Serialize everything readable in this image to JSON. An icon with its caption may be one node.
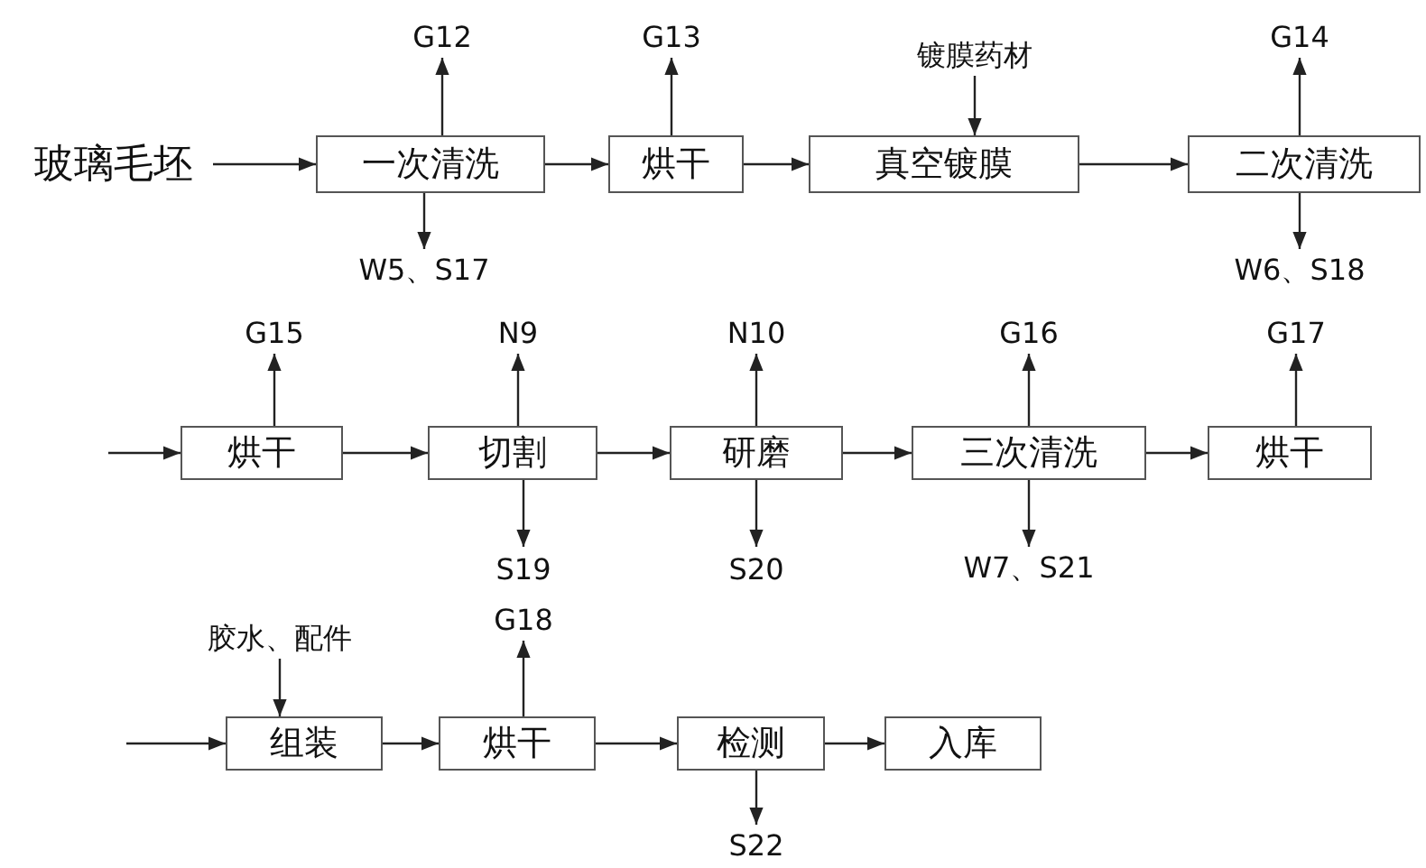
{
  "diagram": {
    "nodes": [
      {
        "text": [
          "玻璃毛坯"
        ]
      },
      {
        "text": [
          "一次清洗"
        ]
      },
      {
        "text": [
          "烘干"
        ]
      },
      {
        "text": [
          "真空镀膜"
        ]
      },
      {
        "text": [
          "二次清洗"
        ]
      },
      {
        "text": [
          "G12"
        ]
      },
      {
        "text": [
          "G13"
        ]
      },
      {
        "text": [
          "镀膜药材"
        ]
      },
      {
        "text": [
          "G14"
        ]
      },
      {
        "text": [
          "W5、S17"
        ]
      },
      {
        "text": [
          "W6、S18"
        ]
      },
      {
        "text": [
          "烘干"
        ]
      },
      {
        "text": [
          "切割"
        ]
      },
      {
        "text": [
          "研磨"
        ]
      },
      {
        "text": [
          "三次清洗"
        ]
      },
      {
        "text": [
          "烘干"
        ]
      },
      {
        "text": [
          "G15"
        ]
      },
      {
        "text": [
          "N9"
        ]
      },
      {
        "text": [
          "N10"
        ]
      },
      {
        "text": [
          "G16"
        ]
      },
      {
        "text": [
          "G17"
        ]
      },
      {
        "text": [
          "S19"
        ]
      },
      {
        "text": [
          "S20"
        ]
      },
      {
        "text": [
          "W7、S21"
        ]
      },
      {
        "text": [
          "组装"
        ]
      },
      {
        "text": [
          "烘干"
        ]
      },
      {
        "text": [
          "检测"
        ]
      },
      {
        "text": [
          "入库"
        ]
      },
      {
        "text": [
          "胶水、配件"
        ]
      },
      {
        "text": [
          "G18"
        ]
      },
      {
        "text": [
          "S22"
        ]
      }
    ],
    "edges": [
      {
        "from": 0,
        "to": 1,
        "arrow": "to"
      },
      {
        "from": 1,
        "to": 2,
        "arrow": "to"
      },
      {
        "from": 2,
        "to": 3,
        "arrow": "to"
      },
      {
        "from": 3,
        "to": 4,
        "arrow": "to"
      },
      {
        "from": 1,
        "to": 5,
        "arrow": "to"
      },
      {
        "from": 2,
        "to": 6,
        "arrow": "to"
      },
      {
        "from": 7,
        "to": 3,
        "arrow": "to"
      },
      {
        "from": 4,
        "to": 8,
        "arrow": "to"
      },
      {
        "from": 1,
        "to": 9,
        "arrow": "to"
      },
      {
        "from": 4,
        "to": 10,
        "arrow": "to"
      },
      {
        "from": null,
        "to": 11,
        "arrow": "to"
      },
      {
        "from": 11,
        "to": 12,
        "arrow": "to"
      },
      {
        "from": 12,
        "to": 13,
        "arrow": "to"
      },
      {
        "from": 13,
        "to": 14,
        "arrow": "to"
      },
      {
        "from": 14,
        "to": 15,
        "arrow": "to"
      },
      {
        "from": 11,
        "to": 16,
        "arrow": "to"
      },
      {
        "from": 12,
        "to": 17,
        "arrow": "to"
      },
      {
        "from": 13,
        "to": 18,
        "arrow": "to"
      },
      {
        "from": 14,
        "to": 19,
        "arrow": "to"
      },
      {
        "from": 15,
        "to": 20,
        "arrow": "to"
      },
      {
        "from": 12,
        "to": 21,
        "arrow": "to"
      },
      {
        "from": 13,
        "to": 22,
        "arrow": "to"
      },
      {
        "from": 14,
        "to": 23,
        "arrow": "to"
      },
      {
        "from": null,
        "to": 24,
        "arrow": "to"
      },
      {
        "from": 24,
        "to": 25,
        "arrow": "to"
      },
      {
        "from": 25,
        "to": 26,
        "arrow": "to"
      },
      {
        "from": 26,
        "to": 27,
        "arrow": "to"
      },
      {
        "from": 28,
        "to": 24,
        "arrow": "to"
      },
      {
        "from": 25,
        "to": 29,
        "arrow": "to"
      },
      {
        "from": 26,
        "to": 30,
        "arrow": "to"
      }
    ]
  }
}
